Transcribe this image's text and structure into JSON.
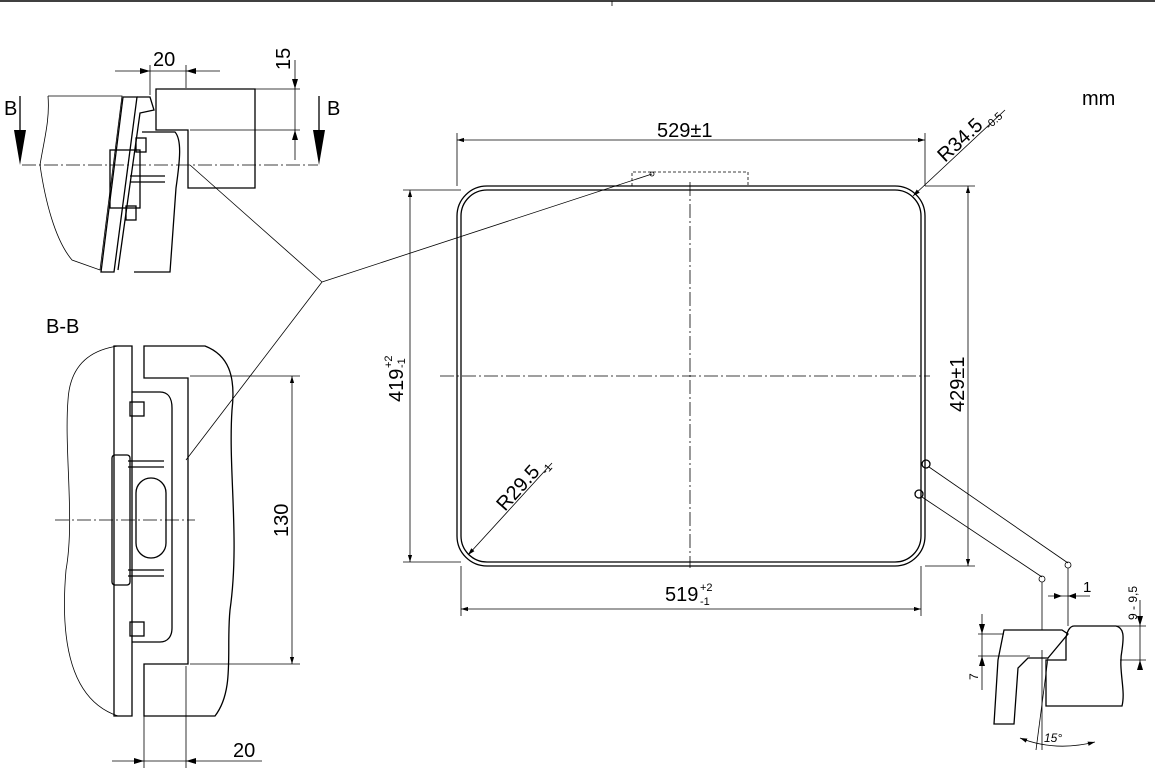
{
  "drawing": {
    "unit": "mm",
    "main_view": {
      "outer_width": "529",
      "outer_width_tol": "±1",
      "outer_height": "429",
      "outer_height_tol": "±1",
      "inner_width": "519",
      "inner_width_tol_upper": "+2",
      "inner_width_tol_lower": "-1",
      "inner_height": "419",
      "inner_height_tol_upper": "+2",
      "inner_height_tol_lower": "-1",
      "outer_radius": "R34.5",
      "outer_radius_tol": "-0.5",
      "inner_radius": "R29.5",
      "inner_radius_tol": "-1"
    },
    "top_detail": {
      "section_marker": "B",
      "dim_horizontal": "20",
      "dim_vertical": "15"
    },
    "section_view": {
      "label": "B-B",
      "dim_height": "130",
      "dim_width": "20"
    },
    "edge_detail": {
      "dim_gap": "1",
      "dim_range": "9 - 9,5",
      "dim_step": "7",
      "angle": "15°"
    }
  }
}
